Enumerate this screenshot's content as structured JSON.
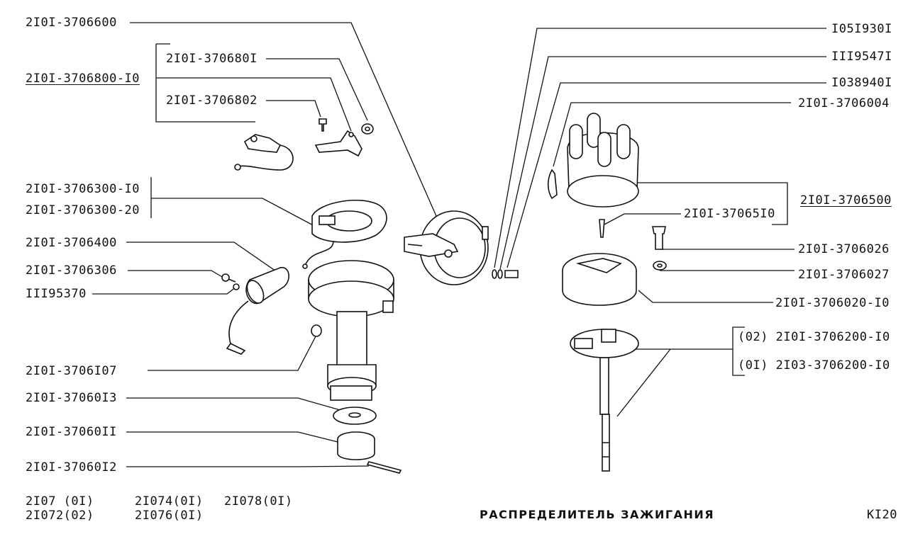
{
  "labels": {
    "p_3706600": "2I0I-3706600",
    "p_3706800_10": "2I0I-3706800-I0",
    "p_3706801": "2I0I-370680I",
    "p_3706802": "2I0I-3706802",
    "p_3706300_10": "2I0I-3706300-I0",
    "p_3706300_20": "2I0I-3706300-20",
    "p_3706400": "2I0I-3706400",
    "p_3706306": "2I0I-3706306",
    "p_11195370": "III95370",
    "p_3706107": "2I0I-3706I07",
    "p_3706013": "2I0I-37060I3",
    "p_3706011": "2I0I-37060II",
    "p_3706012": "2I0I-37060I2",
    "p_1051930": "I05I930I",
    "p_1119547": "III9547I",
    "p_1038940": "I038940I",
    "p_3706004": "2I0I-3706004",
    "p_3706500": "2I0I-3706500",
    "p_3706510": "2I0I-37065I0",
    "p_3706026": "2I0I-3706026",
    "p_3706027": "2I0I-3706027",
    "p_3706020_10": "2I0I-3706020-I0",
    "p_3706200_10": "(02) 2I0I-3706200-I0",
    "p_2103_3706200_10": "(0I) 2I03-3706200-I0"
  },
  "footer": {
    "models_row1_a": "2I07 (0I)",
    "models_row1_b": "2I074(0I)",
    "models_row1_c": "2I078(0I)",
    "models_row2_a": "2I072(02)",
    "models_row2_b": "2I076(0I)",
    "title": "РАСПРЕДЕЛИТЕЛЬ  ЗАЖИГАНИЯ",
    "page_code": "KI20"
  }
}
